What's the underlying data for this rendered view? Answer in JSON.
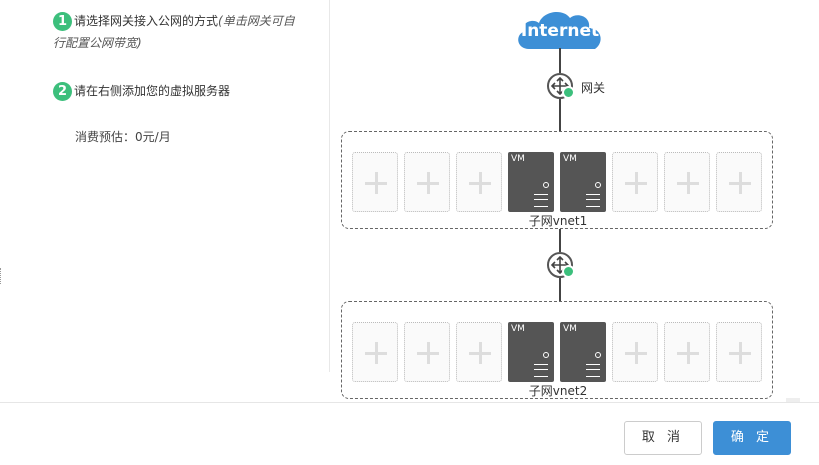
{
  "steps": [
    {
      "num": "1",
      "text": "请选择网关接入公网的方式",
      "hint": "(单击网关可自行配置公网带宽)"
    },
    {
      "num": "2",
      "text": "请在右侧添加您的虚拟服务器"
    }
  ],
  "cost": {
    "label": "消费预估：",
    "value": "0元/月"
  },
  "diagram": {
    "cloud_label": "Internet",
    "gateway_label": "网关",
    "subnets": [
      {
        "name": "子网vnet1",
        "slots": [
          "empty",
          "empty",
          "empty",
          "vm",
          "vm",
          "empty",
          "empty",
          "empty"
        ]
      },
      {
        "name": "子网vnet2",
        "slots": [
          "empty",
          "empty",
          "empty",
          "vm",
          "vm",
          "empty",
          "empty",
          "empty"
        ]
      }
    ],
    "vm_label": "VM"
  },
  "buttons": {
    "cancel": "取 消",
    "ok": "确 定"
  },
  "colors": {
    "accent": "#3cbf7c",
    "primary": "#3d8fd6",
    "cloud": "#3d8fd6",
    "vm": "#555555"
  }
}
